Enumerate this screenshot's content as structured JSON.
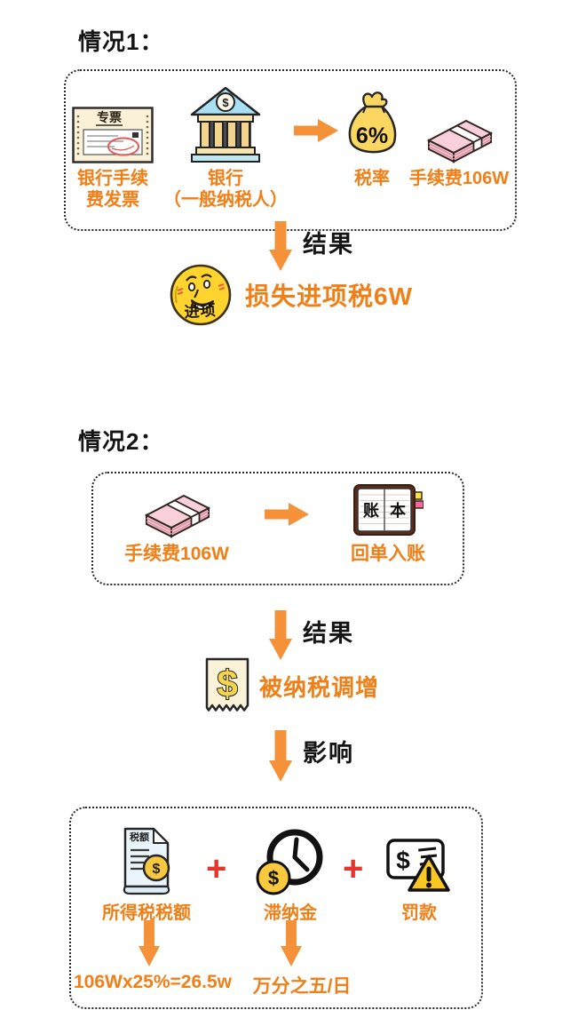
{
  "colors": {
    "orange_text": "#F07F17",
    "orange_arrow": "#F59138",
    "red_plus": "#E8352C",
    "ink": "#151515"
  },
  "s1": {
    "title": "情况1：",
    "invoice": {
      "icon_title": "专票",
      "label": "银行手续\n费发票"
    },
    "bank": {
      "coin_symbol": "$",
      "label": "银行\n（一般纳税人）"
    },
    "bag": {
      "value": "6%",
      "label": "税率"
    },
    "cash": {
      "label": "手续费106W"
    },
    "flow": {
      "label": "结果"
    },
    "coin": {
      "text": "进项"
    },
    "result": "损失进项税6W"
  },
  "s2": {
    "title": "情况2：",
    "cash": {
      "label": "手续费106W"
    },
    "ledger": {
      "left": "账",
      "right": "本",
      "label": "回单入账"
    },
    "flow_result": {
      "label": "结果"
    },
    "receipt": {
      "symbol": "$",
      "text": "被纳税调增"
    },
    "flow_impact": {
      "label": "影响"
    },
    "impact": {
      "plus": "+",
      "doc": {
        "icon_title": "税额",
        "coin_symbol": "$",
        "label": "所得税税额",
        "formula": "106Wx25%=26.5w"
      },
      "clock": {
        "coin_symbol": "$",
        "label": "滞纳金",
        "formula": "万分之五/日"
      },
      "penalty": {
        "symbol": "$",
        "label": "罚款"
      }
    }
  }
}
